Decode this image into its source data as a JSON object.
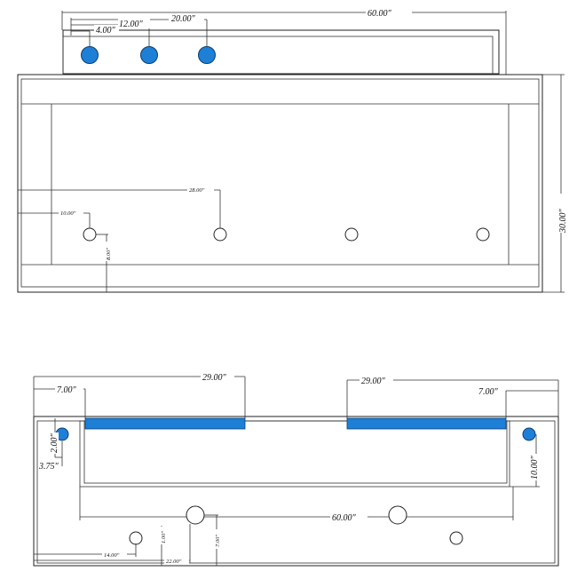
{
  "colors": {
    "accent_blue": "#1e7fd6",
    "line": "#222222",
    "background": "#ffffff"
  },
  "top_view": {
    "dim_total_width": "60.00\"",
    "dim_hole_1": "4.00\"",
    "dim_hole_2": "12.00\"",
    "dim_hole_3": "20.00\"",
    "dim_height": "30.00\"",
    "dim_offset_left": "10.00\"",
    "dim_offset_top": "28.00\"",
    "dim_offset_bottom": "8.00\""
  },
  "bottom_view": {
    "dim_rail_left": "29.00\"",
    "dim_rail_right": "29.00\"",
    "dim_inset_left": "7.00\"",
    "dim_inset_right": "7.00\"",
    "dim_hole_left_y": "2.00\"",
    "dim_hole_left_x": "3.75\"",
    "dim_hole_right_y": "10.00\"",
    "dim_span": "60.00\"",
    "dim_small_hole_x": "14.00\"",
    "dim_large_hole_x": "22.00\"",
    "dim_small_hole_y": "1.00\"",
    "dim_large_hole_y": "7.00\""
  }
}
